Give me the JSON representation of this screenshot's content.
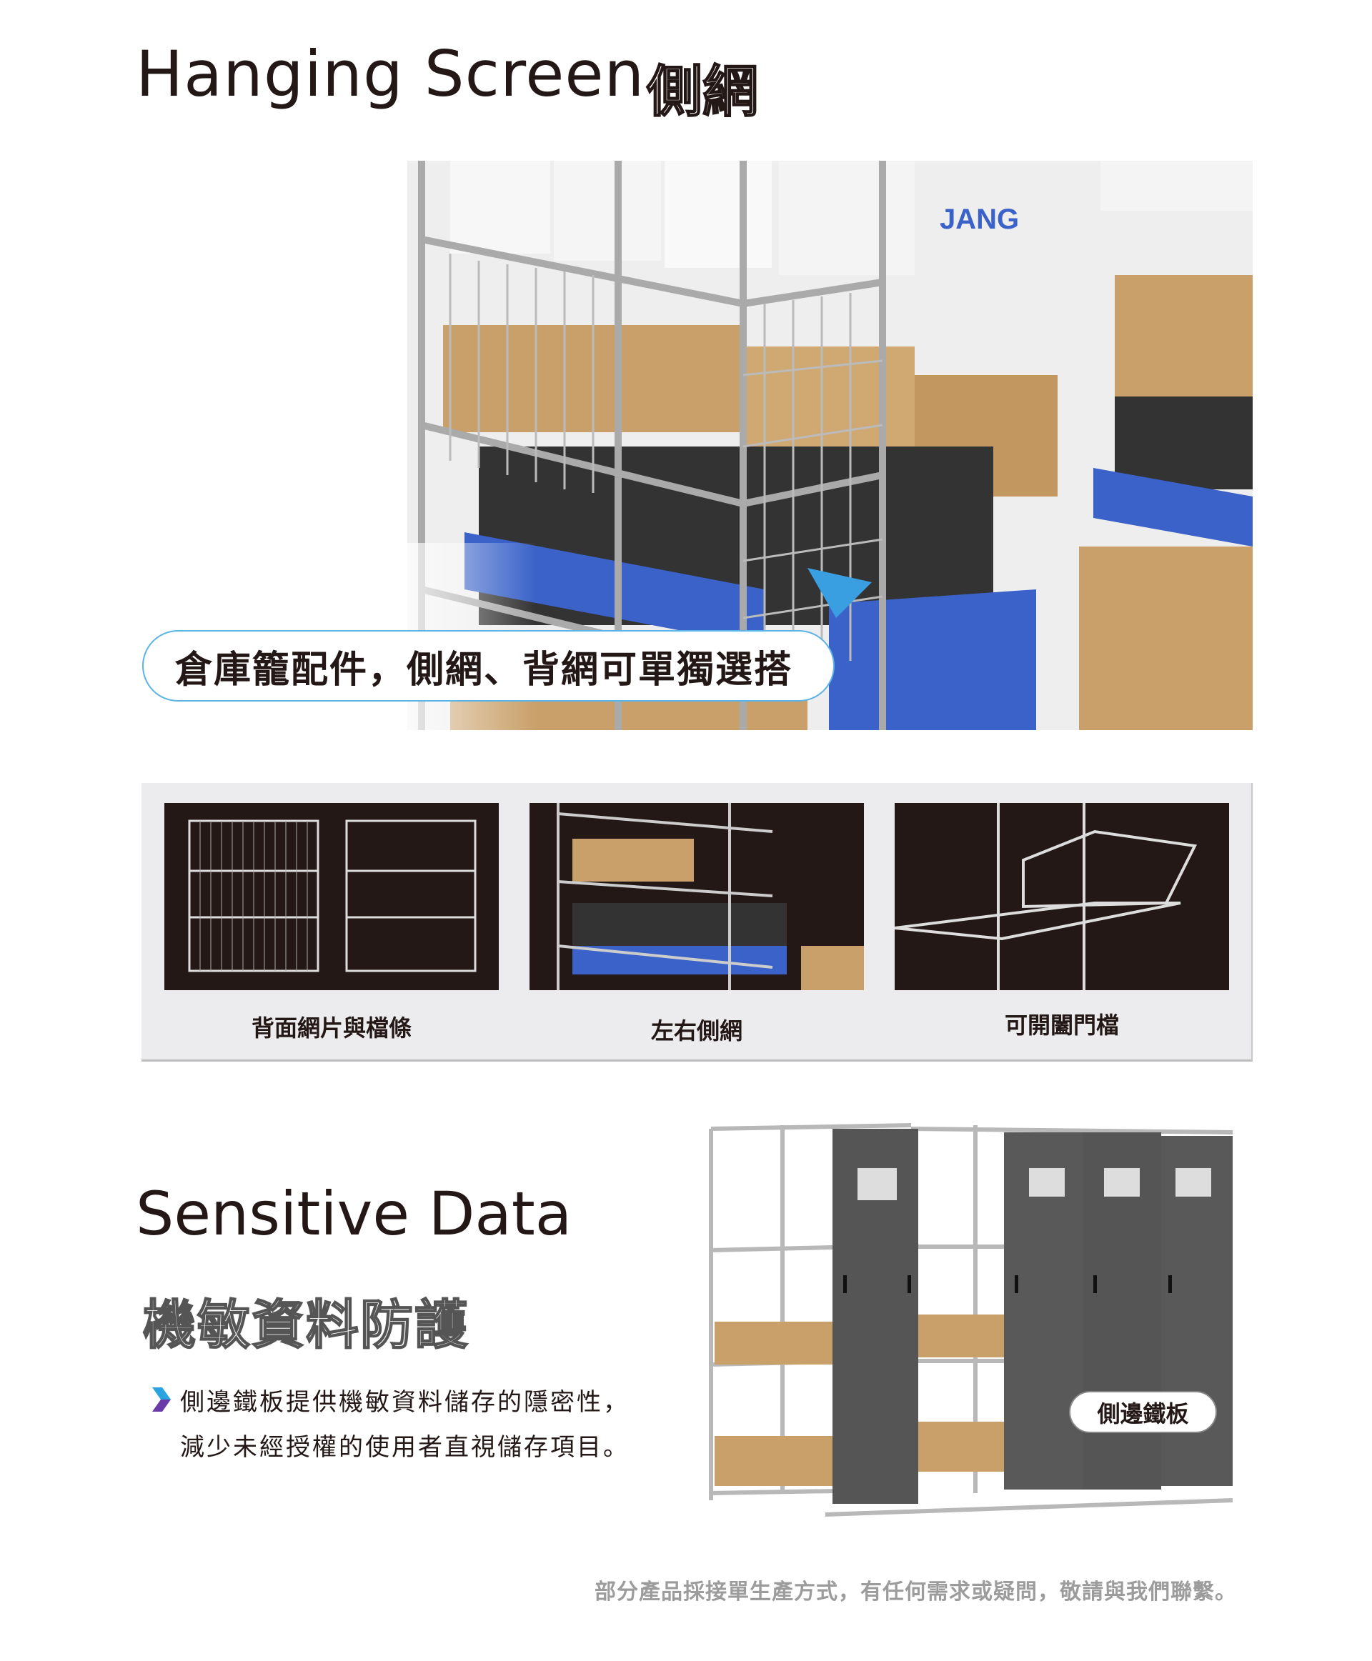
{
  "header": {
    "title_en": "Hanging Screen",
    "title_zh": "側網"
  },
  "hero": {
    "callout": "倉庫籠配件，側網、背網可單獨選搭",
    "brand_text": "JANG"
  },
  "accessories": [
    {
      "label": "背面網片與檔條"
    },
    {
      "label": "左右側網"
    },
    {
      "label": "可開闔門檔"
    }
  ],
  "sensitive": {
    "title_en": "Sensitive Data",
    "title_zh": "機敏資料防護",
    "line1": "側邊鐵板提供機敏資料儲存的隱密性，",
    "line2": "減少未經授權的使用者直視儲存項目。",
    "callout": "側邊鐵板"
  },
  "footer": {
    "note": "部分產品採接單生產方式，有任何需求或疑問，敬請與我們聯繫。"
  },
  "colors": {
    "text": "#231815",
    "callout_border": "#5ab4e5",
    "panel_bg": "#ececee",
    "footer_text": "#9c9c9c",
    "box_blue": "#3a62c8",
    "cardboard": "#c9a06a",
    "steel_panel": "#555555"
  }
}
